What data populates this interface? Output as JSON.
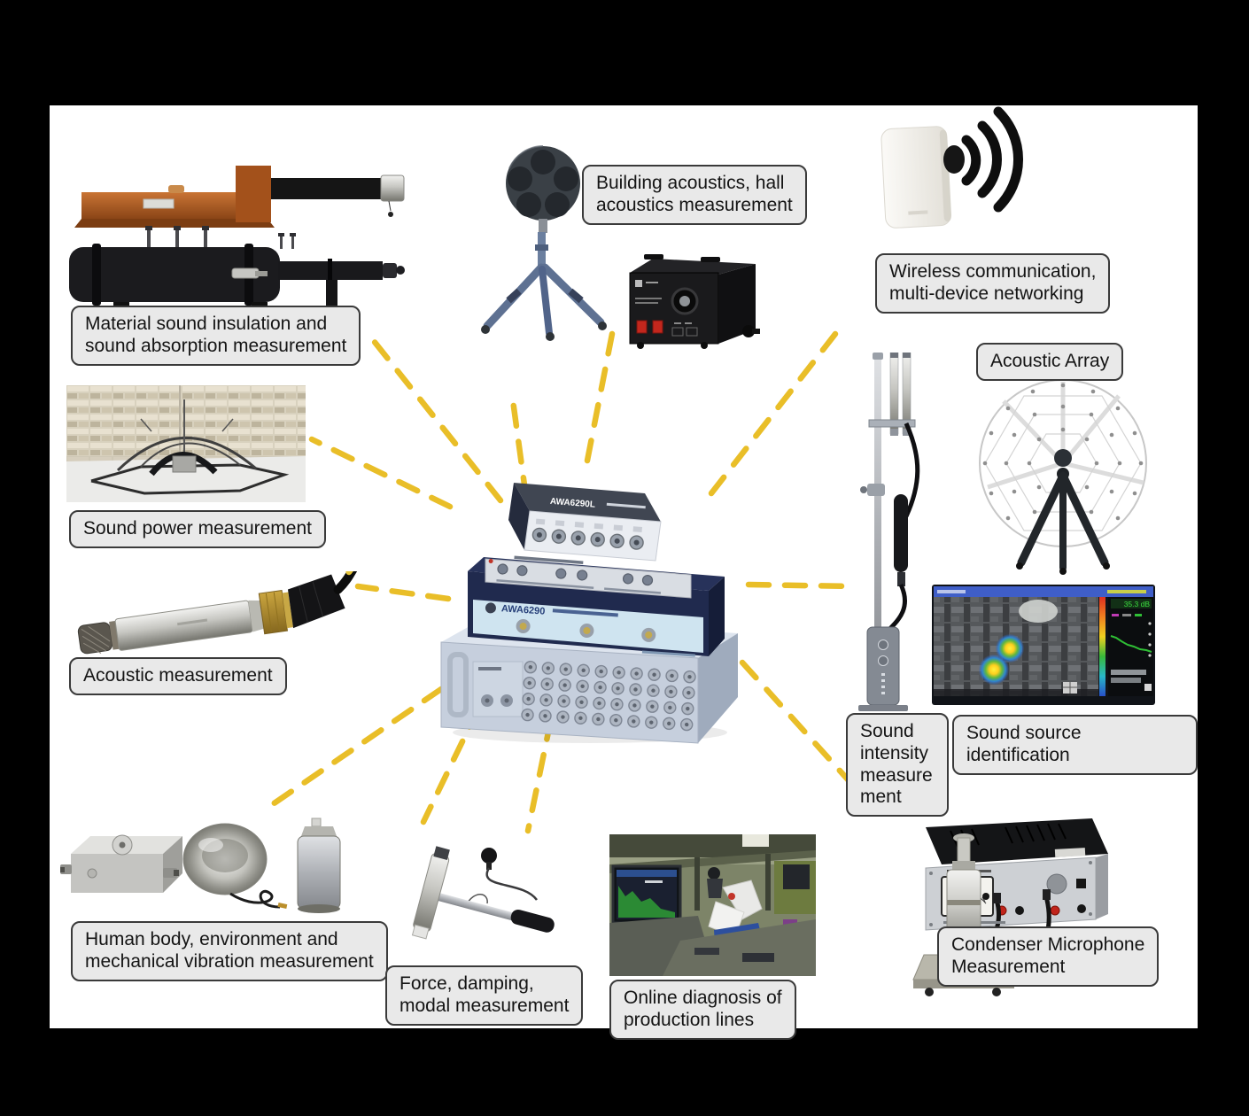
{
  "diagram": {
    "labels": {
      "material": "Material sound insulation and\nsound absorption measurement",
      "building": "Building acoustics, hall\nacoustics measurement",
      "wireless": "Wireless communication,\nmulti-device networking",
      "acoustic_array": "Acoustic Array",
      "sound_power": "Sound power measurement",
      "acoustic": "Acoustic measurement",
      "sound_intensity": "Sound\nintensity\nmeasure\nment",
      "sound_source": "Sound source identification",
      "human_body": "Human body, environment and\nmechanical vibration measurement",
      "force": "Force, damping,\nmodal measurement",
      "online": "Online diagnosis of\nproduction lines",
      "condenser": "Condenser Microphone\nMeasurement"
    },
    "center_device": {
      "top_label": "AWA6290L",
      "panel_label": "AWA6290"
    },
    "screen": {
      "level_reading": "35.3 dB"
    },
    "colors": {
      "connector_dash": "#E9BE28",
      "label_bg": "#E9E9E9",
      "label_border": "#3A3A3A",
      "frame": "#000000",
      "canvas": "#FFFFFF"
    }
  }
}
